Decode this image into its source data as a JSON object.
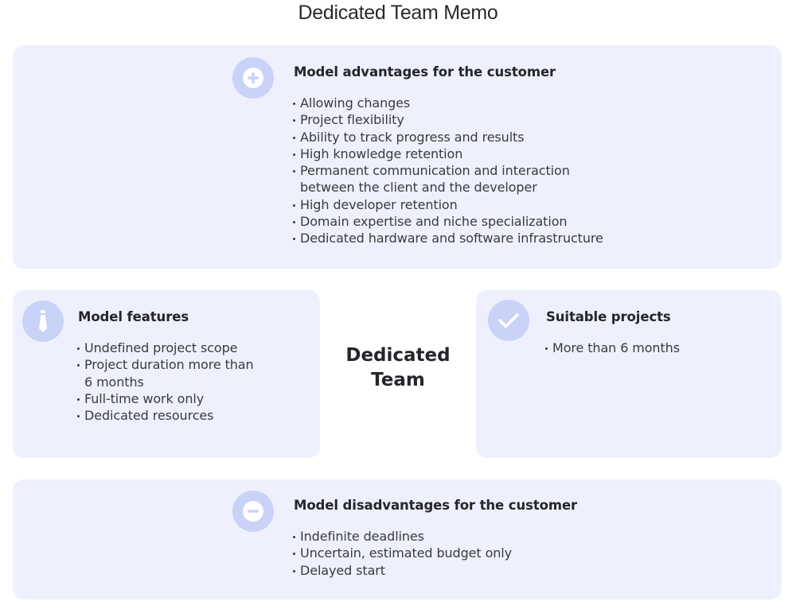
{
  "title": "Dedicated Team Memo",
  "center": {
    "label": "Dedicated\nTeam"
  },
  "advantages": {
    "icon": "plus-circle-icon",
    "heading": "Model advantages for the customer",
    "items": [
      "Allowing changes",
      "Project flexibility",
      "Ability to track progress and results",
      "High knowledge retention",
      "Permanent communication and interaction\nbetween the client and the developer",
      "High developer retention",
      "Domain expertise and niche specialization",
      "Dedicated hardware and software infrastructure"
    ]
  },
  "features": {
    "icon": "tie-icon",
    "heading": "Model features",
    "items": [
      "Undefined project scope",
      "Project duration more than\n6 months",
      "Full-time work only",
      "Dedicated resources"
    ]
  },
  "suitable": {
    "icon": "checkmark-icon",
    "heading": "Suitable projects",
    "items": [
      "More than 6 months"
    ]
  },
  "disadvantages": {
    "icon": "minus-circle-icon",
    "heading": "Model disadvantages for the customer",
    "items": [
      "Indefinite deadlines",
      "Uncertain, estimated budget only",
      "Delayed start"
    ]
  },
  "colors": {
    "box_background": "#eef0fd",
    "icon_circle": "#c9d2f7",
    "icon_glyph": "#ffffff",
    "text": "#2b2b2f"
  }
}
